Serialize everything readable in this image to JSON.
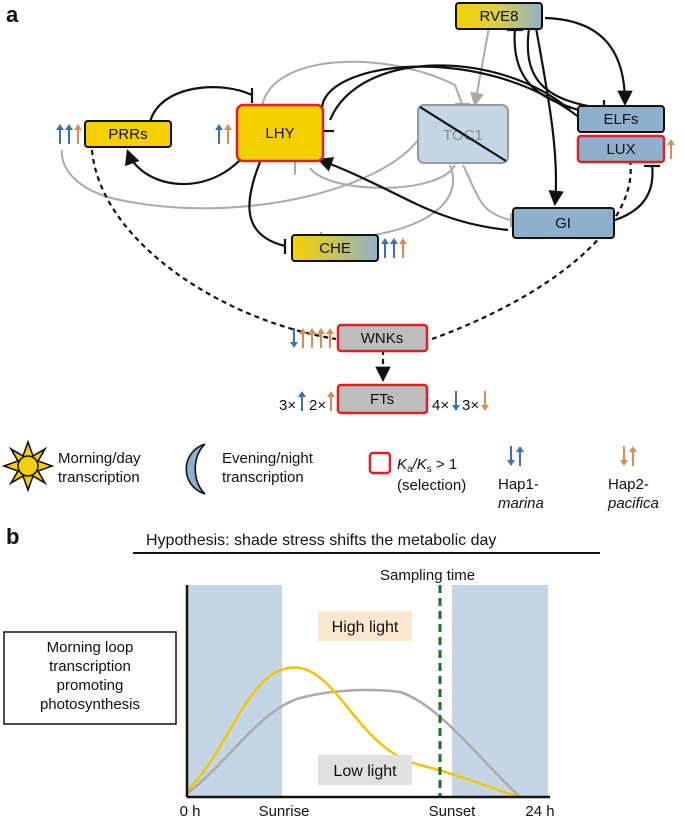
{
  "panels": {
    "a": "a",
    "b": "b"
  },
  "nodes": {
    "rve8": "RVE8",
    "prrs": "PRRs",
    "lhy": "LHY",
    "toc1": "TOC1",
    "elfs": "ELFs",
    "lux": "LUX",
    "gi": "GI",
    "che": "CHE",
    "wnks": "WNKs",
    "fts": "FTs"
  },
  "ft_counts": {
    "left1": "3×",
    "left2": "2×",
    "right1": "4×",
    "right2": "3×"
  },
  "legend": {
    "morning_line1": "Morning/day",
    "morning_line2": "transcription",
    "evening_line1": "Evening/night",
    "evening_line2": "transcription",
    "selection_ratio_k": "K",
    "selection_ratio_a": "a",
    "selection_ratio_slash": "/K",
    "selection_ratio_s": "s",
    "selection_ratio_gt": " > 1",
    "selection_line2": "(selection)",
    "hap1_line1": "Hap1-",
    "hap1_line2": "marina",
    "hap2_line1": "Hap2-",
    "hap2_line2": "pacifica"
  },
  "colors": {
    "hap1_blue": "#3a73a8",
    "hap2_orange": "#d98b58",
    "selection_red": "#e02020",
    "morning_yellow": "#f5d000",
    "evening_blue": "#8eb0cc",
    "night_shading": "#c4d6e6",
    "high_light_curve": "#f5c400",
    "low_light_curve": "#aaaaaa",
    "sampling_line": "#1f6b2a"
  },
  "panel_b": {
    "hypothesis": "Hypothesis: shade stress shifts the metabolic day",
    "sampling_time": "Sampling time",
    "high_light": "High light",
    "low_light": "Low light",
    "ylabel_line1": "Morning loop",
    "ylabel_line2": "transcription",
    "ylabel_line3": "promoting",
    "ylabel_line4": "photosynthesis",
    "x_ticks": [
      "0 h",
      "Sunrise",
      "Sunset",
      "24 h"
    ]
  }
}
